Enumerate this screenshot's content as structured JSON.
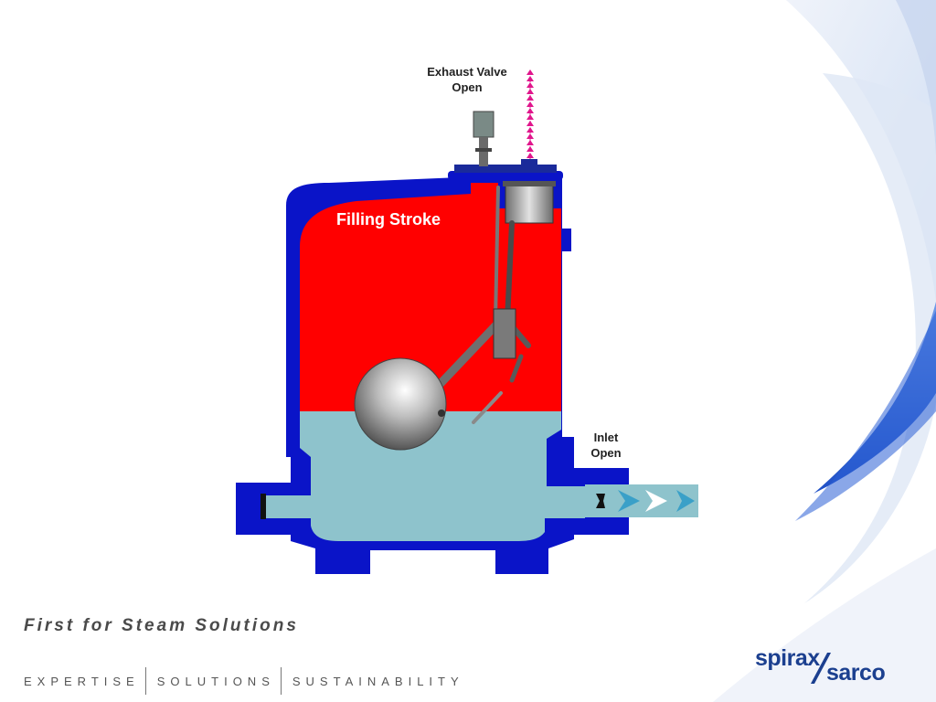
{
  "labels": {
    "exhaust_line1": "Exhaust Valve",
    "exhaust_line2": "Open",
    "filling_stroke": "Filling Stroke",
    "inlet_line1": "Inlet",
    "inlet_line2": "Open"
  },
  "footer": {
    "tagline": "First for Steam Solutions",
    "values": [
      "EXPERTISE",
      "SOLUTIONS",
      "SUSTAINABILITY"
    ]
  },
  "logo": {
    "word1": "spirax",
    "word2": "sarco"
  },
  "colors": {
    "body": "#0a14c8",
    "steam": "#ff0000",
    "water": "#8ec3cc",
    "inlet_arrow": "#3aa0c8",
    "exhaust_arrow": "#e0168c",
    "logo": "#1b3f8f",
    "swoosh": "#2a5fd6"
  },
  "icons": [
    "float-ball-icon",
    "exhaust-arrow-icon",
    "inlet-arrow-icon",
    "actuator-icon"
  ]
}
